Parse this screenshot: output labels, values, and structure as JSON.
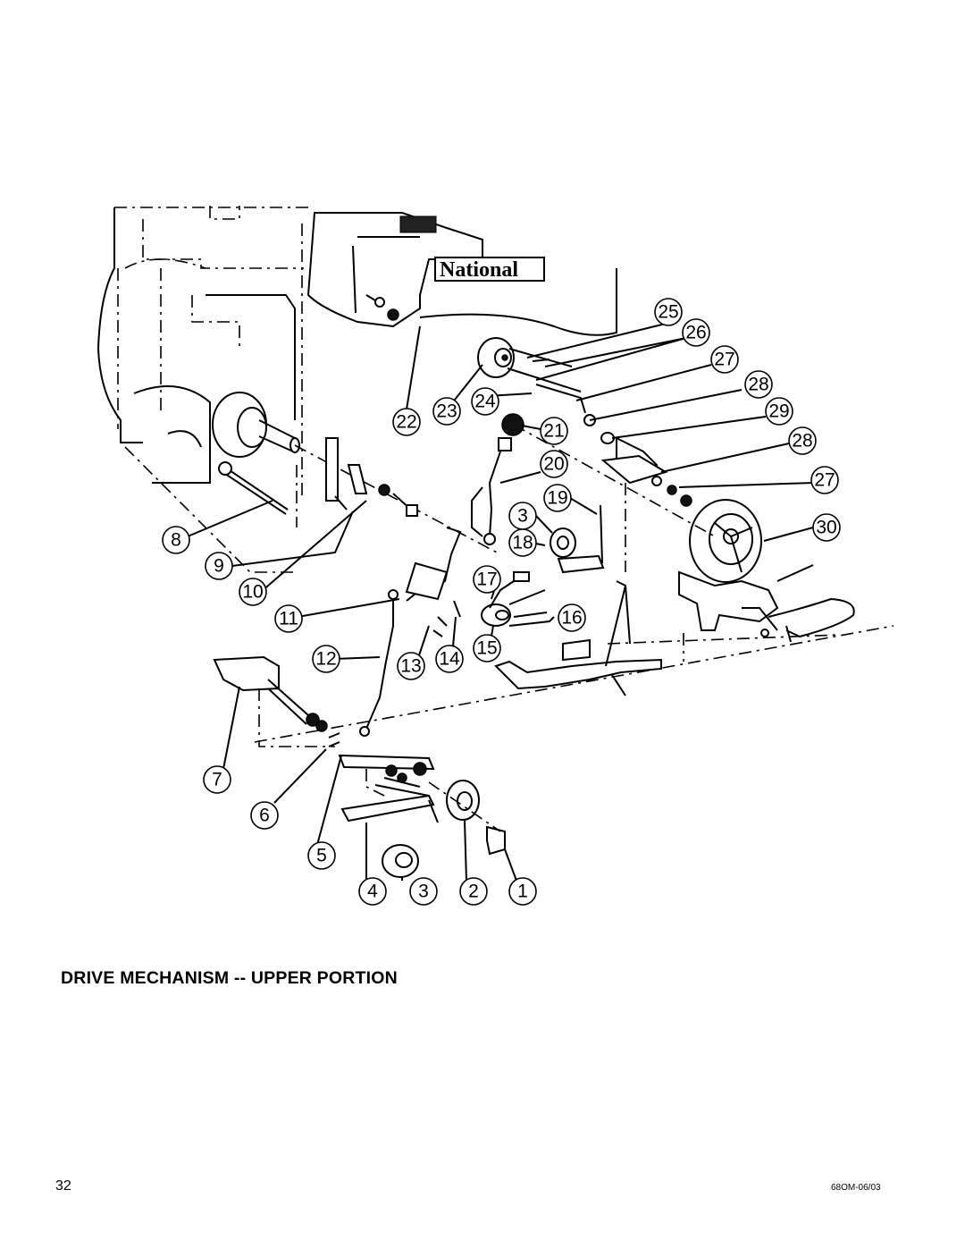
{
  "title": "DRIVE MECHANISM -- UPPER  PORTION",
  "page_number": "32",
  "doc_code": "68OM-06/03",
  "brand_label": "National",
  "callouts": [
    "1",
    "2",
    "3",
    "3",
    "4",
    "5",
    "6",
    "7",
    "8",
    "9",
    "10",
    "11",
    "12",
    "13",
    "14",
    "15",
    "16",
    "17",
    "18",
    "19",
    "20",
    "21",
    "22",
    "23",
    "24",
    "25",
    "26",
    "27",
    "27",
    "28",
    "28",
    "29",
    "30"
  ]
}
